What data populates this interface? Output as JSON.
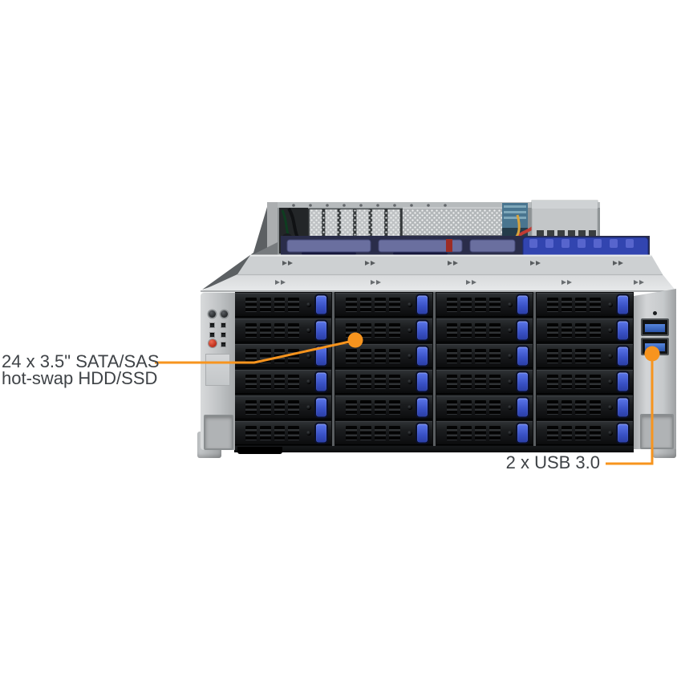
{
  "page": {
    "background": "#ffffff",
    "description": "Product photo of a 4U rack-mount storage server, front view with chassis top open, annotated with feature callouts"
  },
  "callouts": {
    "drives": {
      "line1": "24 x 3.5\" SATA/SAS",
      "line2": "hot-swap HDD/SSD"
    },
    "usb": {
      "label": "2 x USB 3.0"
    }
  },
  "hardware": {
    "drive_bays": {
      "rows": 6,
      "columns": 4,
      "total": 24
    },
    "front_io": {
      "usb_ports": 2
    }
  },
  "colors": {
    "accent": "#F7941E",
    "label_text": "#3F4347",
    "latch_blue": "#3D55CE",
    "bay_black": "#0A0B0C",
    "chassis_gray": "#D8DADC",
    "fan_blue": "#3245B0"
  }
}
